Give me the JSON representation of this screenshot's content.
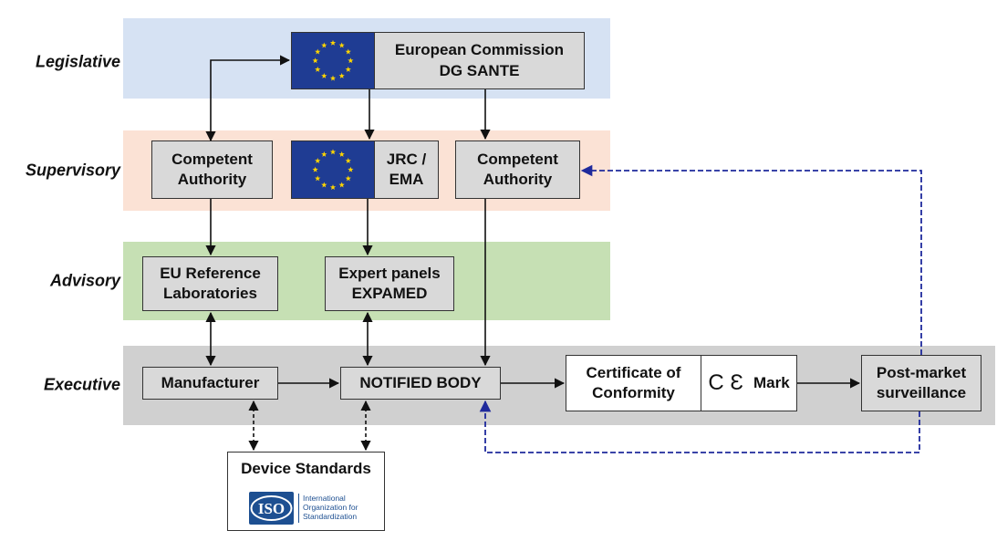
{
  "tiers": {
    "legislative": "Legislative",
    "supervisory": "Supervisory",
    "advisory": "Advisory",
    "executive": "Executive"
  },
  "colors": {
    "legislative_band": "#d6e2f3",
    "supervisory_band": "#fbe2d5",
    "advisory_band": "#c6e0b4",
    "executive_band": "#d0d0d0",
    "node_fill": "#d9d9d9",
    "eu_blue": "#1f3c93",
    "eu_star": "#ffd500",
    "feedback_arrow": "#1f2a9c",
    "iso_blue": "#1d4f91"
  },
  "legislative": {
    "european_commission": {
      "line1": "European Commission",
      "line2": "DG SANTE",
      "flag_icon": "eu-flag"
    }
  },
  "supervisory": {
    "competent_authority_left": {
      "line1": "Competent",
      "line2": "Authority"
    },
    "jrc_ema": {
      "line1": "JRC /",
      "line2": "EMA",
      "flag_icon": "eu-flag"
    },
    "competent_authority_right": {
      "line1": "Competent",
      "line2": "Authority"
    }
  },
  "advisory": {
    "eu_reference_labs": {
      "line1": "EU Reference",
      "line2": "Laboratories"
    },
    "expert_panels": {
      "line1": "Expert panels",
      "line2": "EXPAMED"
    }
  },
  "executive": {
    "manufacturer": "Manufacturer",
    "notified_body": "NOTIFIED BODY",
    "certificate": {
      "line1": "Certificate of",
      "line2": "Conformity"
    },
    "ce_mark": {
      "symbol": "C Ɛ",
      "label": "Mark"
    },
    "post_market": {
      "line1": "Post-market",
      "line2": "surveillance"
    }
  },
  "standards": {
    "title": "Device Standards",
    "iso_logo_text": "ISO",
    "iso_line1": "International",
    "iso_line2": "Organization for",
    "iso_line3": "Standardization"
  }
}
